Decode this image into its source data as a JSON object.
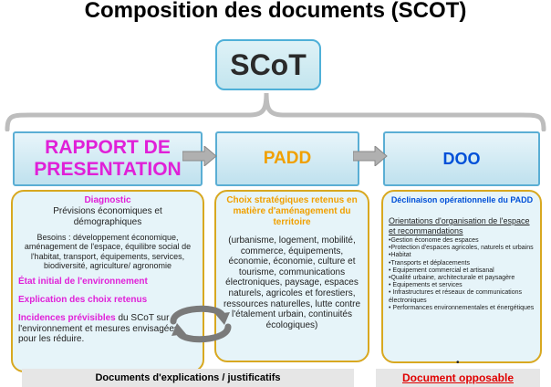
{
  "title": "Composition des documents (SCOT)",
  "scot": "SCoT",
  "colors": {
    "pink": "#e020d8",
    "orange": "#f0a000",
    "blue": "#0050d8",
    "red": "#e00000",
    "border_gold": "#d8a820",
    "box_blue": "#5aaed4"
  },
  "rapport": {
    "header": "RAPPORT DE PRESENTATION",
    "diagnostic_title": "Diagnostic",
    "diagnostic_text": "Prévisions économiques et démographiques",
    "besoins": "Besoins : développement économique, aménagement de l'espace, équilibre social de l'habitat, transport, équipements, services, biodiversité, agriculture/ agronomie",
    "etat_initial": "État initial de l'environnement",
    "explication": "Explication des choix retenus",
    "incidences_title": "Incidences prévisibles",
    "incidences_text": " du SCoT sur l'environnement et mesures envisagées pour les réduire."
  },
  "padd": {
    "header": "PADD",
    "choix_title": "Choix stratégiques retenus en matière d'aménagement du territoire",
    "themes": "(urbanisme, logement, mobilité, commerce, équipements, économie, économie, culture et tourisme, communications électroniques, paysage, espaces naturels, agricoles et forestiers, ressources naturelles, lutte contre l'étalement urbain, continuités écologiques)"
  },
  "doo": {
    "header": "DOO",
    "declinaison": "Déclinaison opérationnelle du PADD",
    "orientations": "Orientations d'organisation de l'espace et recommandations",
    "items": [
      "•Gestion économe des espaces",
      "•Protection d'espaces agricoles, naturels et urbains",
      "•Habitat",
      "•Transports et déplacements",
      "• Equipement commercial et artisanal",
      "•Qualité urbaine, architecturale et paysagère",
      "• Equipements et services",
      "• Infrastructures et réseaux de communications électroniques",
      "• Performances environnementales et énergétiques"
    ],
    "bullet": "•"
  },
  "footer": {
    "left": "Documents d'explications / justificatifs",
    "right": "Document opposable"
  }
}
